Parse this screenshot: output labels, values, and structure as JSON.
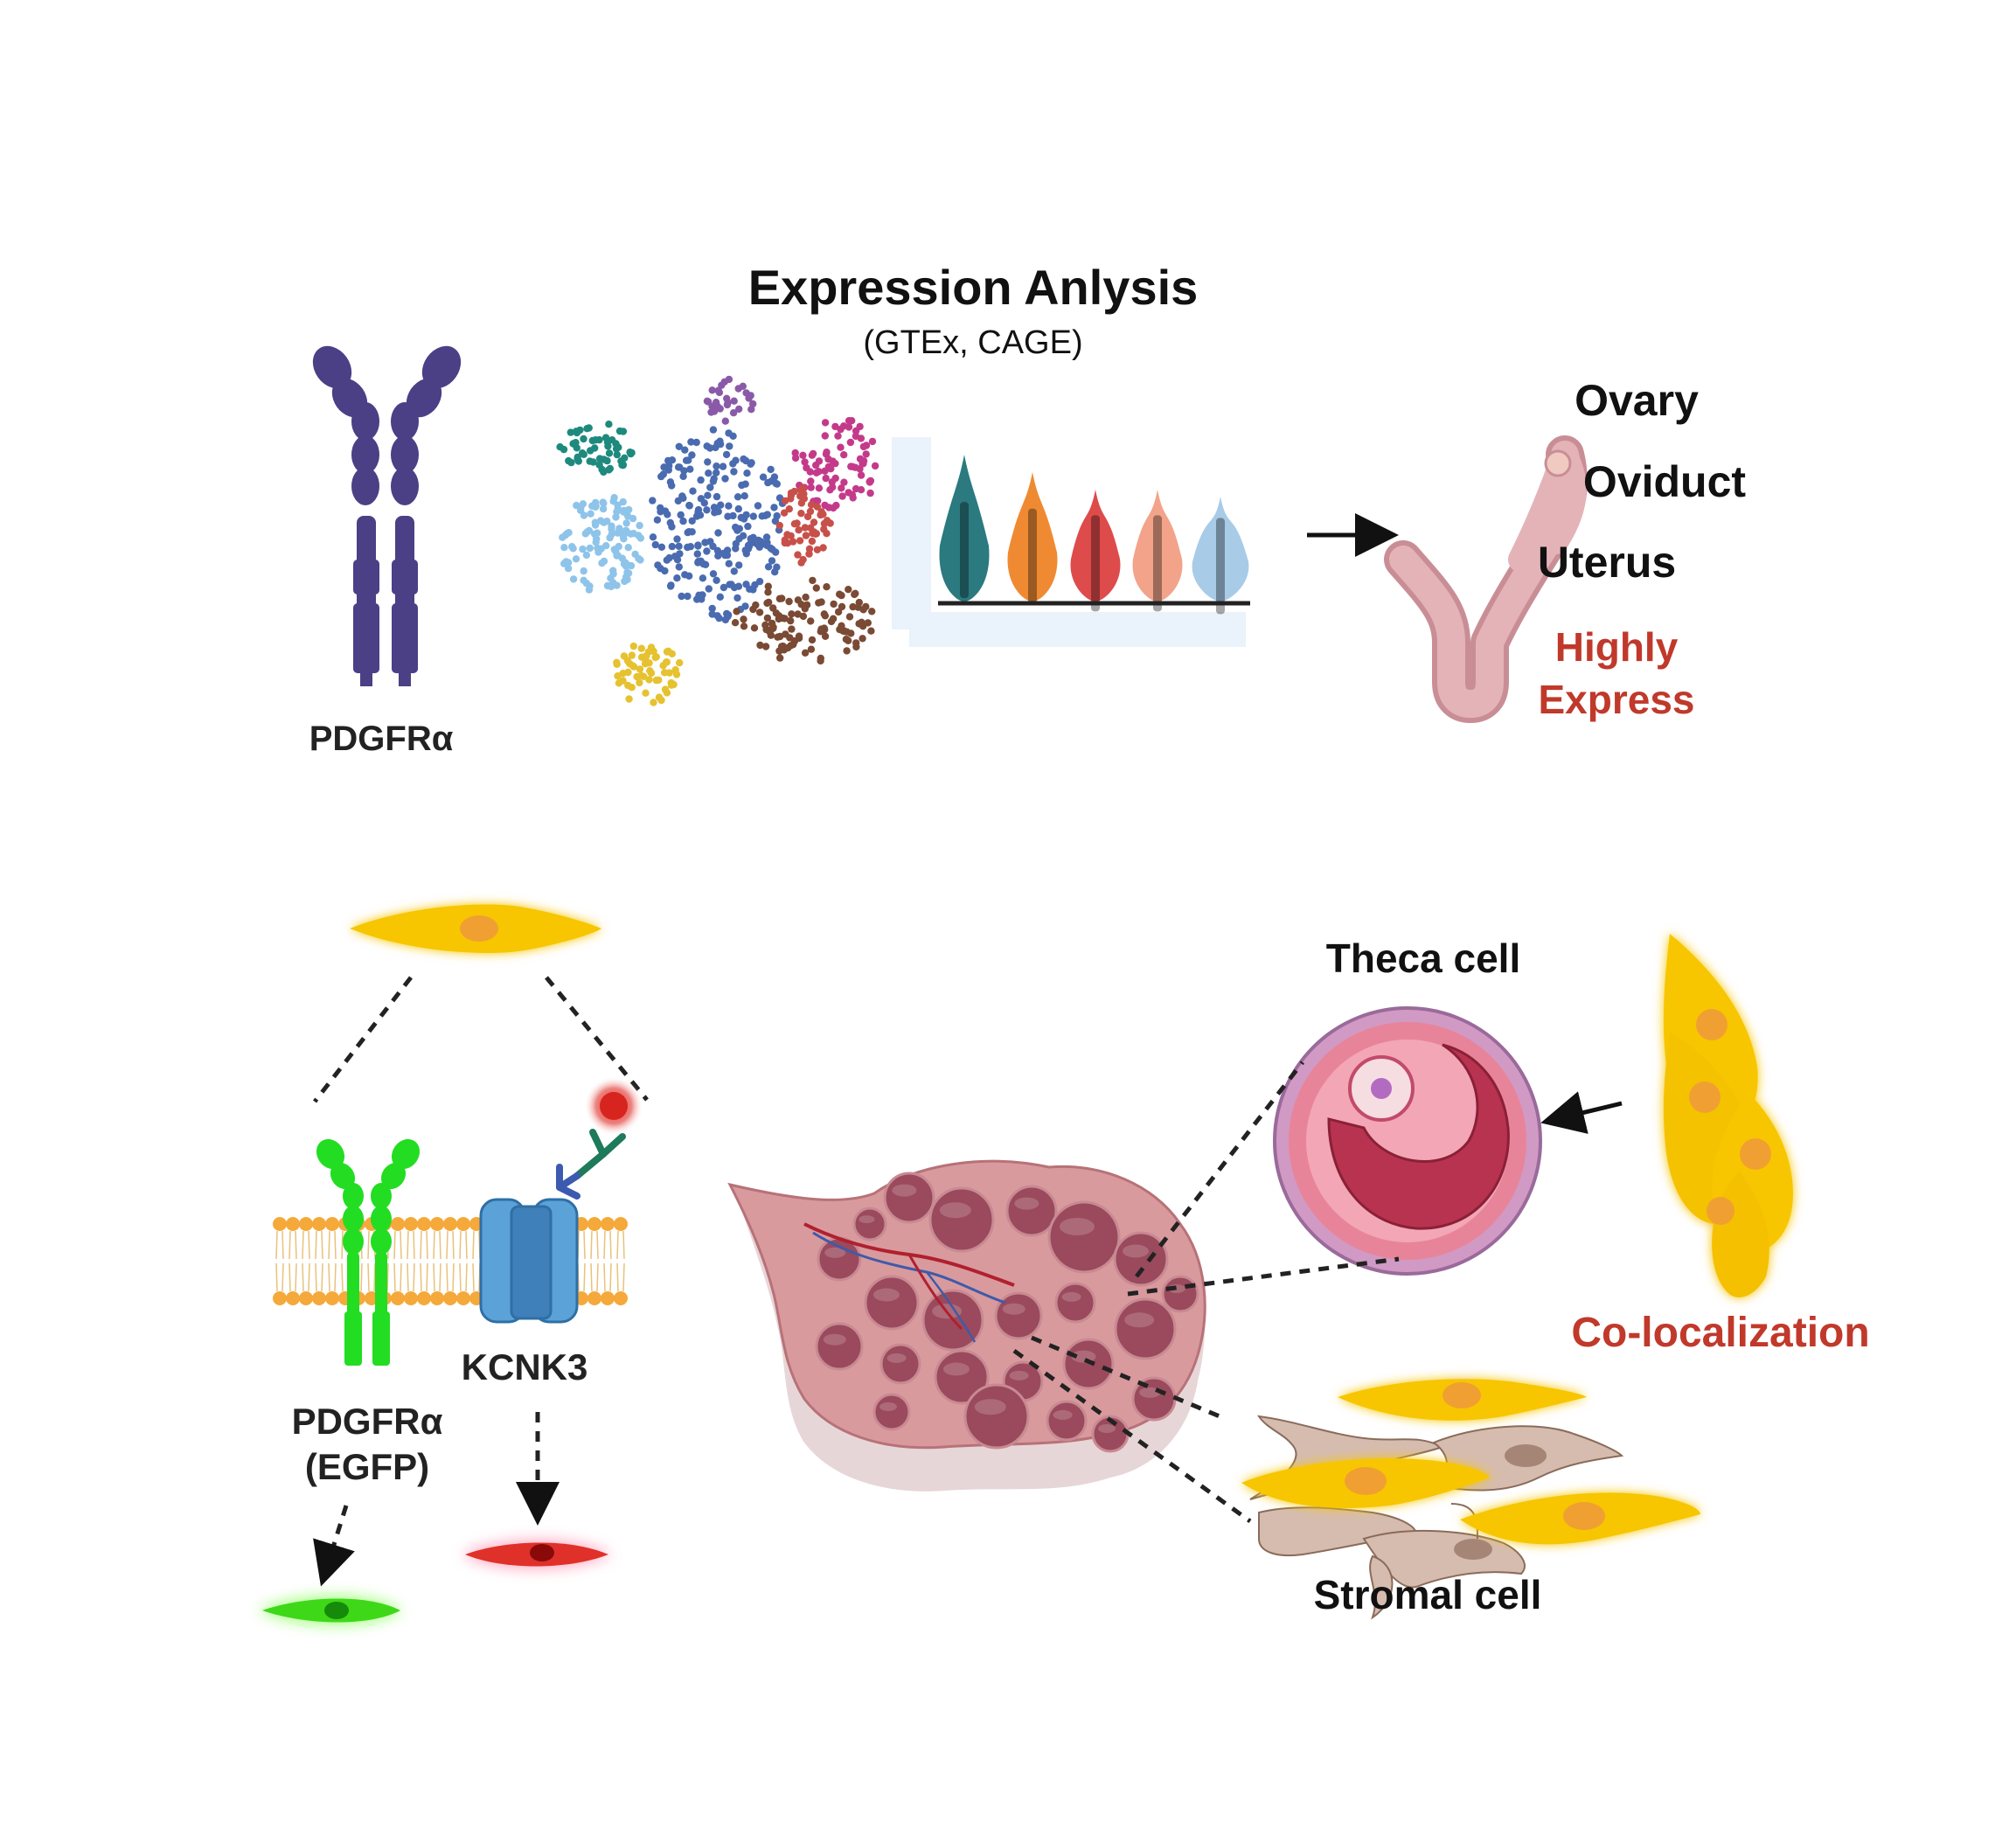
{
  "labels": {
    "title": "Expression Anlysis",
    "subtitle": "(GTEx, CAGE)",
    "pdgfra_top": "PDGFRα",
    "ovary": "Ovary",
    "oviduct": "Oviduct",
    "uterus": "Uterus",
    "highly_1": "Highly",
    "highly_2": "Express",
    "theca": "Theca cell",
    "coloc": "Co-localization",
    "stromal": "Stromal cell",
    "pdgfra_egfp_1": "PDGFRα",
    "pdgfra_egfp_2": "(EGFP)",
    "kcnk3": "KCNK3"
  },
  "colors": {
    "receptor_purple": "#4b3f86",
    "highlight_red": "#c0392b",
    "text": "#111111",
    "egfp_green": "#22dd22",
    "channel_blue": "#5aa2d8",
    "membrane_orange": "#f5a93a",
    "yellow_cell": "#f7c600",
    "uterus_pink": "#d9a3a8",
    "ovary_pink": "#d99a9e",
    "follicle_red": "#b8334f"
  },
  "violins": [
    {
      "color": "#2a7a80"
    },
    {
      "color": "#ef8a33"
    },
    {
      "color": "#de4b4b"
    },
    {
      "color": "#f2a38a"
    },
    {
      "color": "#a8cbe8"
    }
  ],
  "clusters": [
    {
      "color": "#1e8a7e"
    },
    {
      "color": "#8a5aa8"
    },
    {
      "color": "#c43a8a"
    },
    {
      "color": "#4a6bb0"
    },
    {
      "color": "#8ec4ea"
    },
    {
      "color": "#c8504a"
    },
    {
      "color": "#7a4a35"
    },
    {
      "color": "#e6c230"
    }
  ]
}
